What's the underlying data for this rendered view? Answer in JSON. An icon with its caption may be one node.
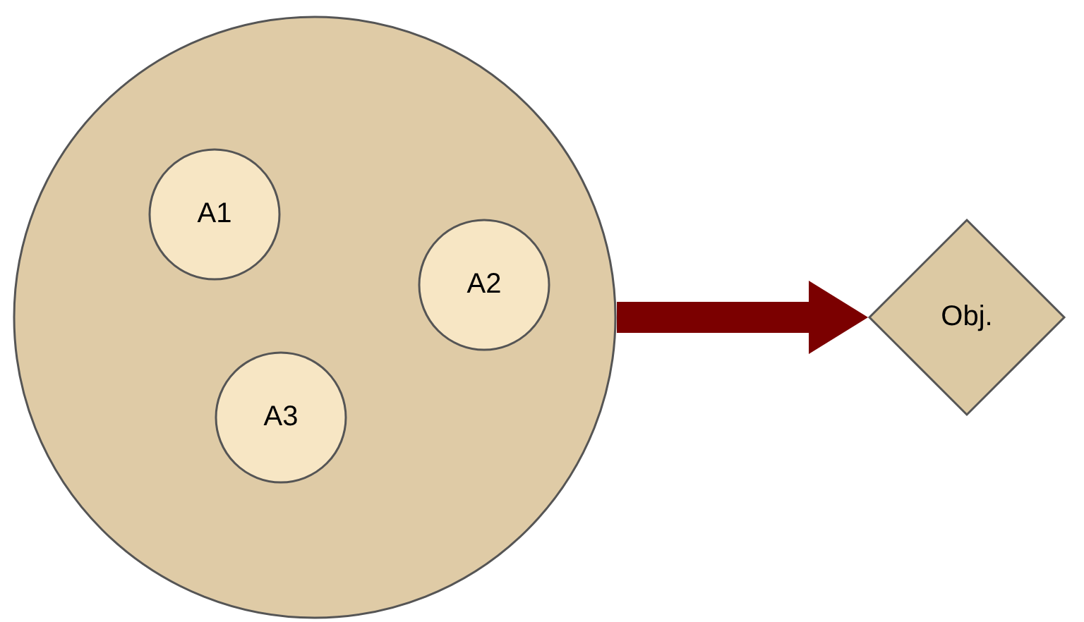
{
  "diagram": {
    "nodes": [
      {
        "text": [],
        "shape": "circle"
      },
      {
        "text": [
          "A1"
        ],
        "in": 0
      },
      {
        "text": [
          "A2"
        ],
        "in": 0
      },
      {
        "text": [
          "A3"
        ],
        "in": 0
      },
      {
        "text": [
          "Obj."
        ]
      }
    ],
    "edges": [
      {
        "from": 0,
        "to": 4,
        "arrow": "to",
        "color": "#7b0000"
      }
    ]
  }
}
